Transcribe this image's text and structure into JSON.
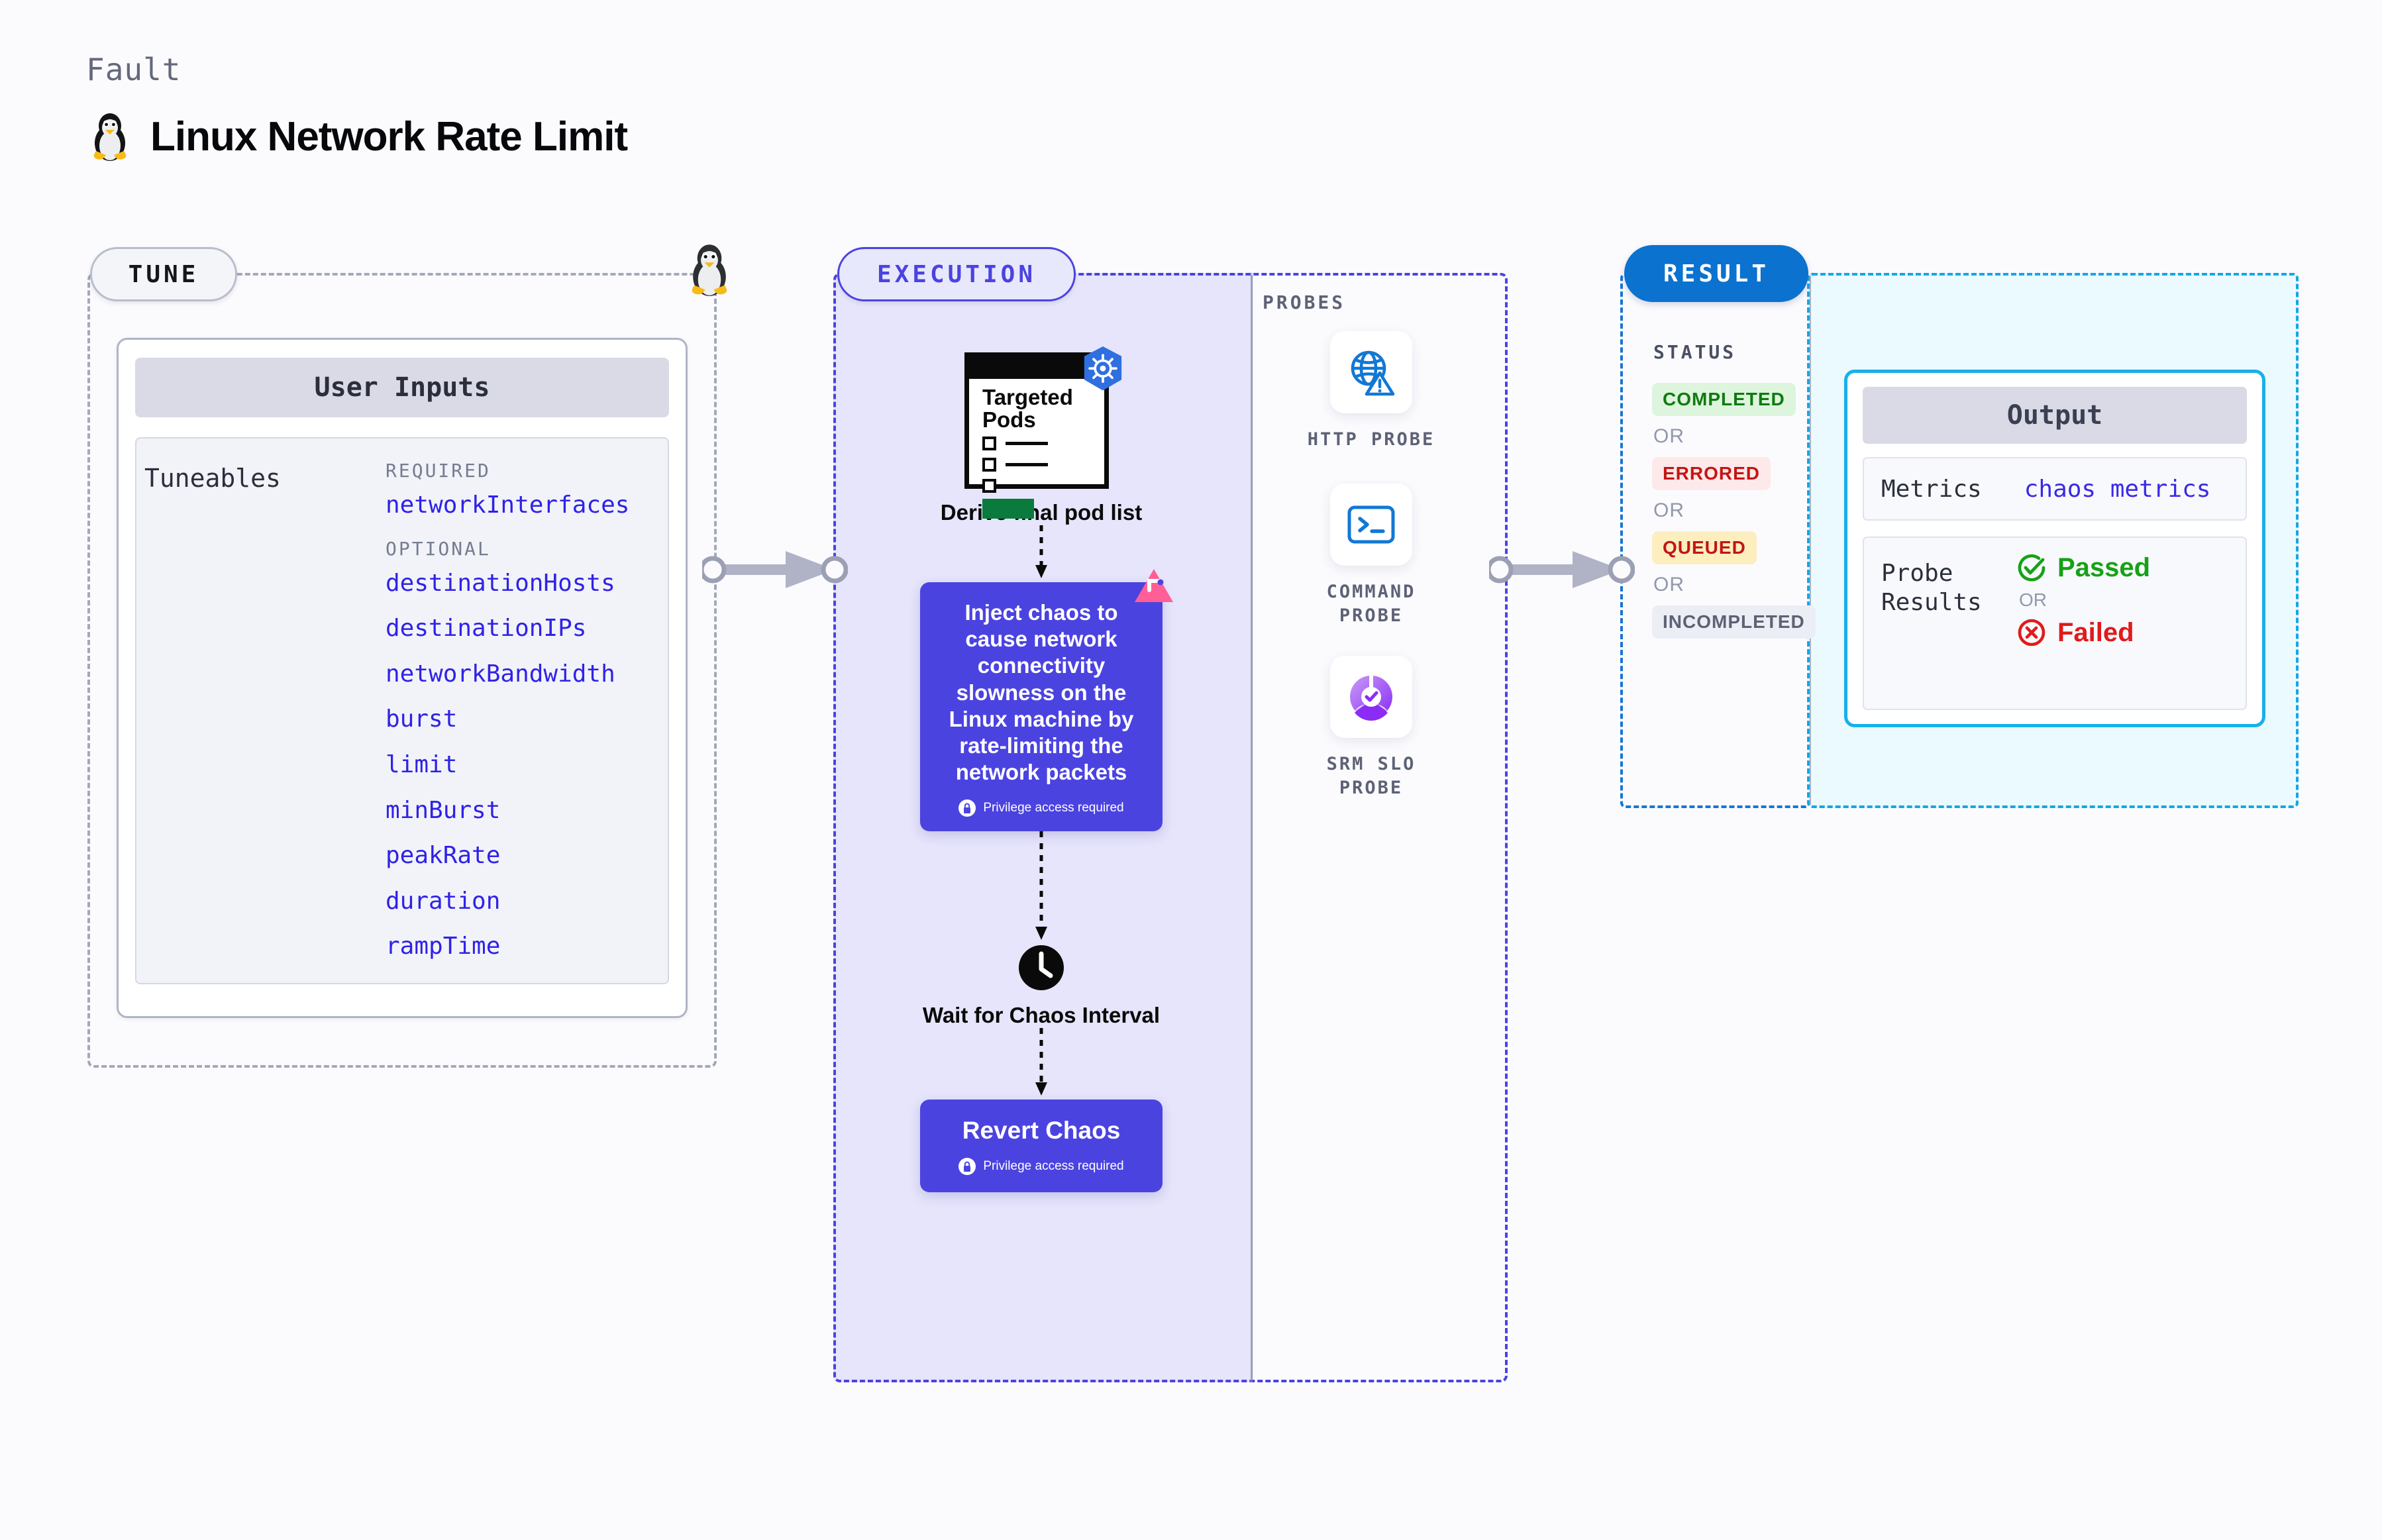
{
  "header": {
    "kicker": "Fault",
    "title": "Linux Network Rate Limit",
    "icon": "tux-penguin-icon"
  },
  "sections": {
    "tune": {
      "pill_label": "TUNE",
      "boundary_icon": "tux-penguin-icon"
    },
    "execution": {
      "pill_label": "EXECUTION"
    },
    "probes": {
      "label": "PROBES"
    },
    "result": {
      "pill_label": "RESULT"
    }
  },
  "tune": {
    "card_header": "User Inputs",
    "tuneables_label": "Tuneables",
    "groups": [
      {
        "title": "REQUIRED",
        "items": [
          "networkInterfaces"
        ]
      },
      {
        "title": "OPTIONAL",
        "items": [
          "destinationHosts",
          "destinationIPs",
          "networkBandwidth",
          "burst",
          "limit",
          "minBurst",
          "peakRate",
          "duration",
          "rampTime"
        ]
      }
    ]
  },
  "execution": {
    "steps": [
      {
        "id": "derive-pods",
        "icon": "clipboard-icon",
        "badge_icon": "kubernetes-icon",
        "clipboard_title": "Targeted Pods",
        "caption": "Derive final pod list"
      },
      {
        "id": "inject-chaos",
        "text": "Inject chaos to cause network connectivity slowness on the Linux machine by rate-limiting the network packets",
        "privilege_note": "Privilege access required",
        "privilege_icon": "lock-icon",
        "badge_icon": "litmus-icon"
      },
      {
        "id": "wait-interval",
        "icon": "clock-icon",
        "caption": "Wait for Chaos Interval"
      },
      {
        "id": "revert-chaos",
        "title": "Revert Chaos",
        "privilege_note": "Privilege access required",
        "privilege_icon": "lock-icon"
      }
    ]
  },
  "probes": [
    {
      "icon": "globe-warning-icon",
      "label": "HTTP PROBE"
    },
    {
      "icon": "terminal-icon",
      "label": "COMMAND PROBE"
    },
    {
      "icon": "slo-donut-check-icon",
      "label": "SRM SLO PROBE"
    }
  ],
  "result": {
    "status_label": "STATUS",
    "or_label": "OR",
    "statuses": [
      {
        "label": "COMPLETED",
        "style": "b-completed"
      },
      {
        "label": "ERRORED",
        "style": "b-errored"
      },
      {
        "label": "QUEUED",
        "style": "b-queued"
      },
      {
        "label": "INCOMPLETED",
        "style": "b-incompleted"
      }
    ],
    "output": {
      "header": "Output",
      "metrics_key": "Metrics",
      "metrics_value": "chaos metrics",
      "probe_results_key": "Probe Results",
      "passed_label": "Passed",
      "failed_label": "Failed",
      "or_label": "OR",
      "passed_icon": "check-circle-icon",
      "failed_icon": "x-circle-icon"
    }
  },
  "colors": {
    "accent_purple": "#4b43e0",
    "accent_blue": "#0b72d0",
    "accent_cyan": "#18b0ea",
    "tune_border": "#a3a8ba",
    "pass_green": "#15a215",
    "fail_red": "#e01b1b",
    "litmus_pink": "#ff5f96"
  }
}
